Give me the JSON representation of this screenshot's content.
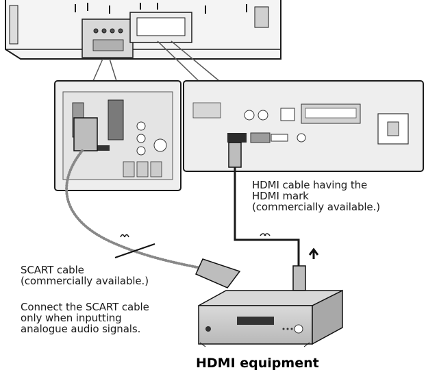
{
  "hdmi_cable_label": [
    "HDMI cable having the",
    "HDMI mark",
    "(commercially available.)"
  ],
  "scart_cable_label": [
    "SCART cable",
    "(commercially available.)"
  ],
  "scart_note": [
    "Connect the SCART cable",
    "only when inputting",
    "analogue audio signals."
  ],
  "equipment_label": "HDMI equipment",
  "colors": {
    "line": "#1a1a1a",
    "panel": "#e9e9e9",
    "device": "#cfcfcf",
    "plug": "#bdbdbd"
  }
}
